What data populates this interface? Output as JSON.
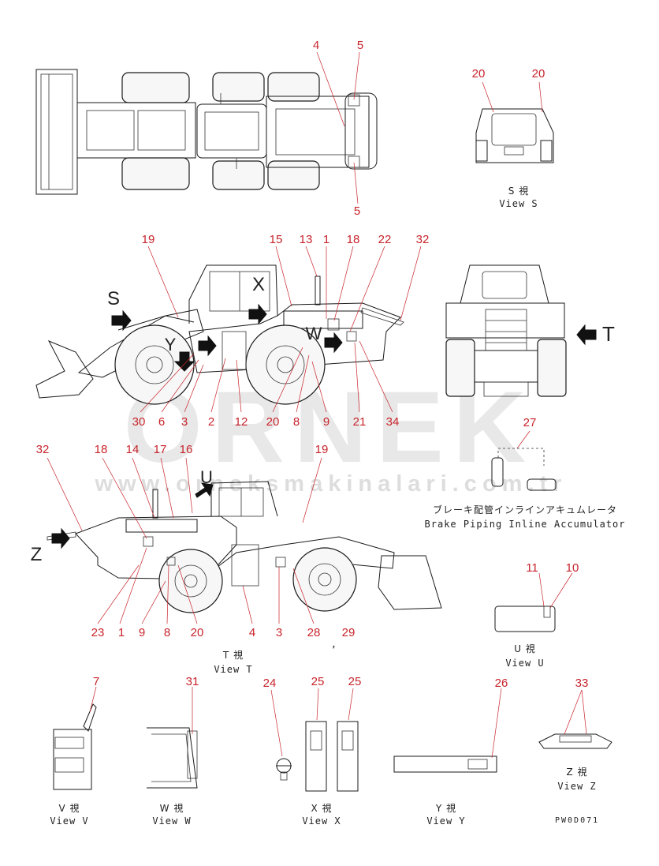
{
  "watermark": {
    "brand": "ÖRNEK",
    "url": "www.orneksmakinalari.com.tr"
  },
  "views": {
    "s": {
      "jp": "S 視",
      "en": "View S"
    },
    "t": {
      "jp": "T 視",
      "en": "View T"
    },
    "u": {
      "jp": "U 視",
      "en": "View U"
    },
    "v": {
      "jp": "V 視",
      "en": "View V"
    },
    "w": {
      "jp": "W 視",
      "en": "View W"
    },
    "x": {
      "jp": "X 視",
      "en": "View X"
    },
    "y": {
      "jp": "Y 視",
      "en": "View Y"
    },
    "z": {
      "jp": "Z 視",
      "en": "View Z"
    }
  },
  "view_arrows": {
    "s": "S",
    "t": "T",
    "x": "X",
    "y": "Y",
    "w": "W",
    "u": "U",
    "z": "Z"
  },
  "accumulator": {
    "jp": "ブレーキ配管インラインアキュムレータ",
    "en": "Brake Piping Inline Accumulator"
  },
  "drawing_code": "PW0D071",
  "stray_mark": ",",
  "callouts": {
    "top_plan": [
      "4",
      "5",
      "5"
    ],
    "view_s": [
      "20",
      "20"
    ],
    "left_side_top": [
      "19",
      "15",
      "13",
      "1",
      "18",
      "22",
      "32"
    ],
    "left_side_bottom": [
      "30",
      "6",
      "3",
      "2",
      "12",
      "20",
      "8",
      "9",
      "21",
      "34"
    ],
    "accumulator": [
      "27"
    ],
    "right_side_top": [
      "32",
      "18",
      "14",
      "17",
      "16",
      "19"
    ],
    "right_side_bottom": [
      "23",
      "1",
      "9",
      "8",
      "20",
      "4",
      "3",
      "28",
      "29"
    ],
    "view_u": [
      "11",
      "10"
    ],
    "details": [
      "7",
      "31",
      "24",
      "25",
      "25",
      "26",
      "33"
    ]
  }
}
